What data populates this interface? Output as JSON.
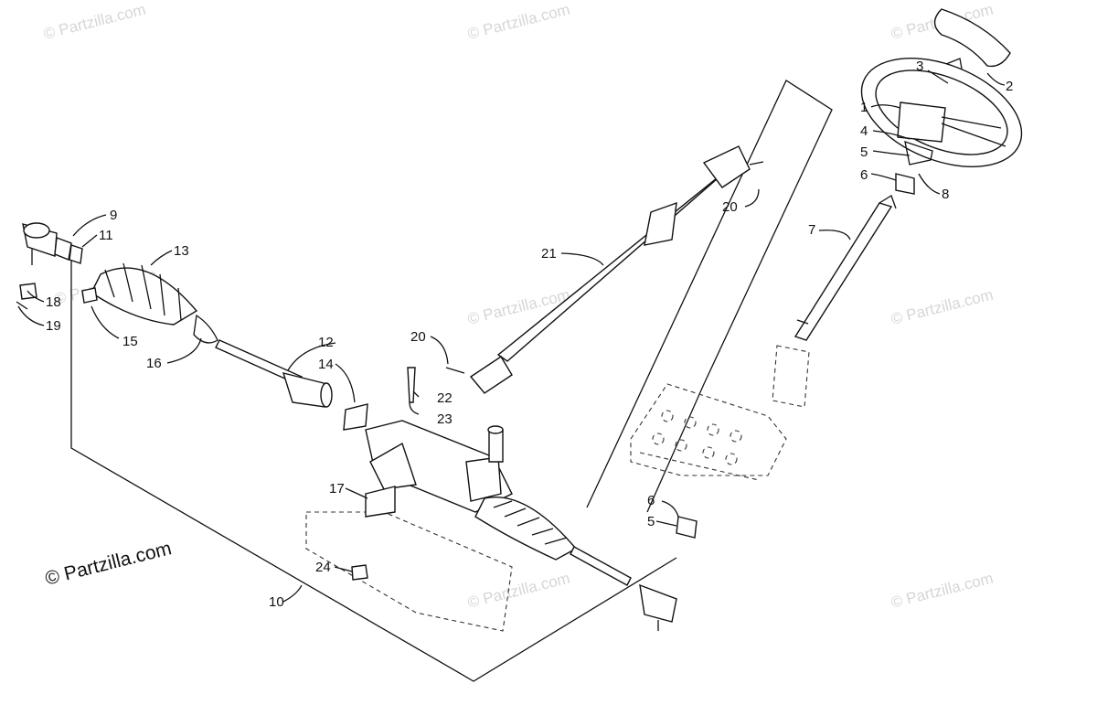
{
  "watermark": "© Partzilla.com",
  "copyright": "© Partzilla.com",
  "callouts": {
    "c1": "1",
    "c2": "2",
    "c3": "3",
    "c4": "4",
    "c5a": "5",
    "c5b": "5",
    "c6a": "6",
    "c6b": "6",
    "c7": "7",
    "c8": "8",
    "c9": "9",
    "c10": "10",
    "c11": "11",
    "c12": "12",
    "c13": "13",
    "c14": "14",
    "c15": "15",
    "c16": "16",
    "c17": "17",
    "c18": "18",
    "c19": "19",
    "c20a": "20",
    "c20b": "20",
    "c21": "21",
    "c22": "22",
    "c23": "23",
    "c24": "24"
  }
}
